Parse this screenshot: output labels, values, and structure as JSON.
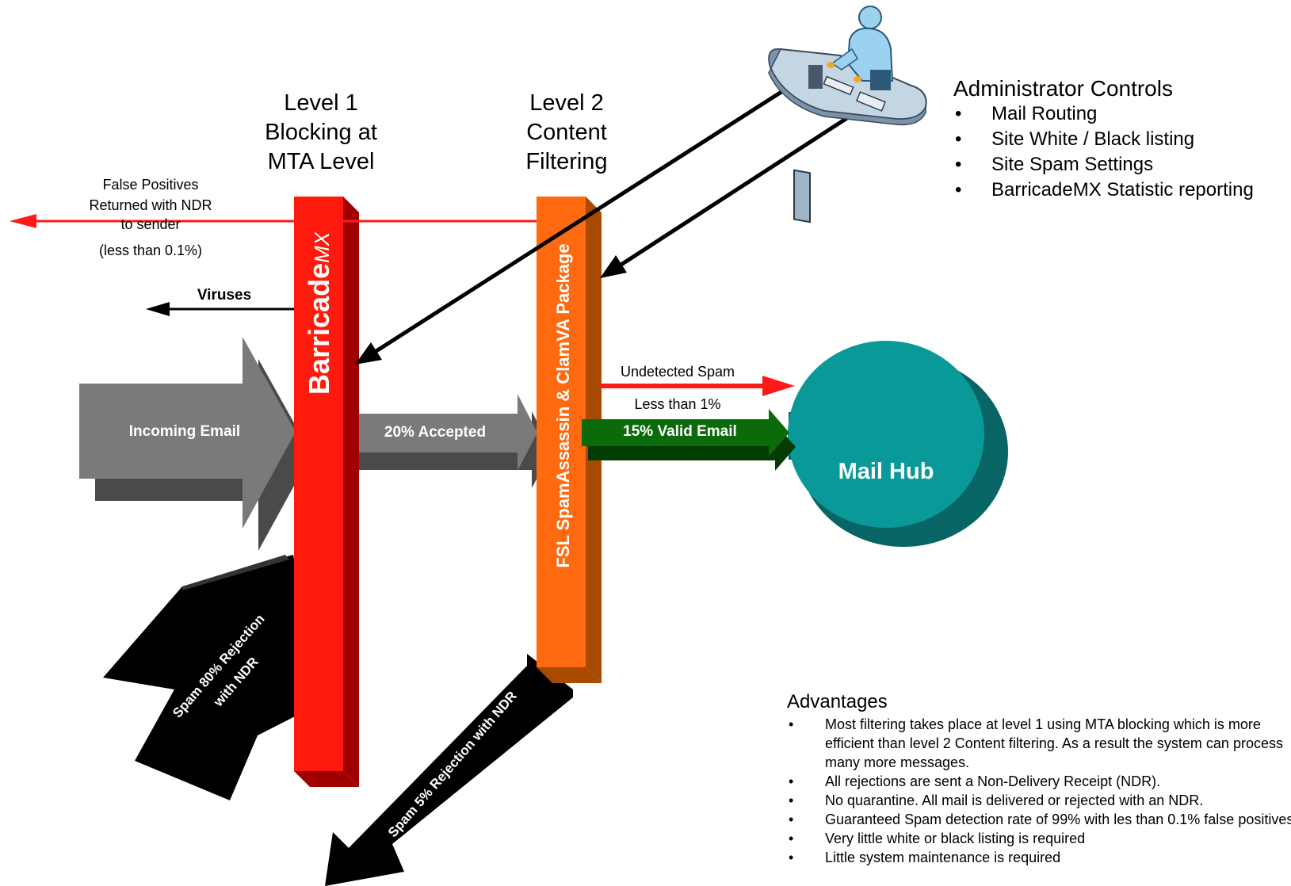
{
  "levels": {
    "level1": {
      "line1": "Level 1",
      "line2": "Blocking at",
      "line3": "MTA Level"
    },
    "level2": {
      "line1": "Level 2",
      "line2": "Content",
      "line3": "Filtering"
    }
  },
  "admin": {
    "title": "Administrator Controls",
    "items": [
      "Mail Routing",
      "Site White / Black listing",
      "Site Spam Settings",
      "BarricadeMX Statistic reporting"
    ]
  },
  "false_positives": {
    "line1": "False Positives",
    "line2": "Returned with NDR",
    "line3": "to sender",
    "line4": "(less than 0.1%)"
  },
  "viruses": "Viruses",
  "incoming": "Incoming Email",
  "accepted": "20% Accepted",
  "undetected": {
    "line1": "Undetected Spam",
    "line2": "Less than 1%"
  },
  "valid": "15% Valid Email",
  "mail_hub": "Mail Hub",
  "barricade": {
    "main": "Barricade",
    "suffix": "MX"
  },
  "fsl_label": "FSL SpamAssassin & ClamVA Package",
  "spam80": {
    "line1": "Spam 80% Rejection",
    "line2": "with NDR"
  },
  "spam5": "Spam 5% Rejection with NDR",
  "advantages": {
    "title": "Advantages",
    "items": [
      "Most filtering takes place at level 1 using MTA blocking which is more efficient than level 2 Content filtering. As a result the system can process many more messages.",
      "All rejections are sent a Non-Delivery Receipt (NDR).",
      "No quarantine. All mail is delivered or rejected with an NDR.",
      "Guaranteed Spam detection rate of 99% with les than 0.1% false positives",
      "Very little white or  black listing is required",
      "Little system maintenance is required"
    ]
  },
  "colors": {
    "barricade_red": "#ff1a0d",
    "fsl_orange": "#ff6a10",
    "valid_green": "#0b6b0b",
    "hub_teal": "#0a9999",
    "arrow_gray": "#7a7a7a",
    "fp_line_red": "#ff1a1a"
  },
  "icons": {
    "admin": "administrator-workstation-icon"
  }
}
